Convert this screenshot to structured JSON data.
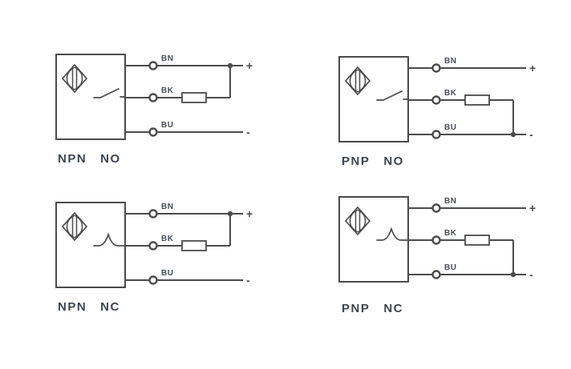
{
  "page": {
    "background": "#ffffff"
  },
  "colors": {
    "line": "#4b4b4b",
    "text": "#3e444e",
    "wire_label": "#474d55"
  },
  "diagrams": [
    {
      "type": "NPN",
      "contact_state": "NO",
      "contact": "normally_open",
      "load_wire": "BK",
      "load_connects_to": "BN",
      "wires": [
        {
          "id": "bn",
          "label": "BN",
          "terminal_sign": "+"
        },
        {
          "id": "bk",
          "label": "BK",
          "terminal_sign": ""
        },
        {
          "id": "bu",
          "label": "BU",
          "terminal_sign": "-"
        }
      ]
    },
    {
      "type": "PNP",
      "contact_state": "NO",
      "contact": "normally_open",
      "load_wire": "BK",
      "load_connects_to": "BU",
      "wires": [
        {
          "id": "bn",
          "label": "BN",
          "terminal_sign": "+"
        },
        {
          "id": "bk",
          "label": "BK",
          "terminal_sign": ""
        },
        {
          "id": "bu",
          "label": "BU",
          "terminal_sign": "-"
        }
      ]
    },
    {
      "type": "NPN",
      "contact_state": "NC",
      "contact": "normally_closed",
      "load_wire": "BK",
      "load_connects_to": "BN",
      "wires": [
        {
          "id": "bn",
          "label": "BN",
          "terminal_sign": "+"
        },
        {
          "id": "bk",
          "label": "BK",
          "terminal_sign": ""
        },
        {
          "id": "bu",
          "label": "BU",
          "terminal_sign": "-"
        }
      ]
    },
    {
      "type": "PNP",
      "contact_state": "NC",
      "contact": "normally_closed",
      "load_wire": "BK",
      "load_connects_to": "BU",
      "wires": [
        {
          "id": "bn",
          "label": "BN",
          "terminal_sign": "+"
        },
        {
          "id": "bk",
          "label": "BK",
          "terminal_sign": ""
        },
        {
          "id": "bu",
          "label": "BU",
          "terminal_sign": "-"
        }
      ]
    }
  ]
}
